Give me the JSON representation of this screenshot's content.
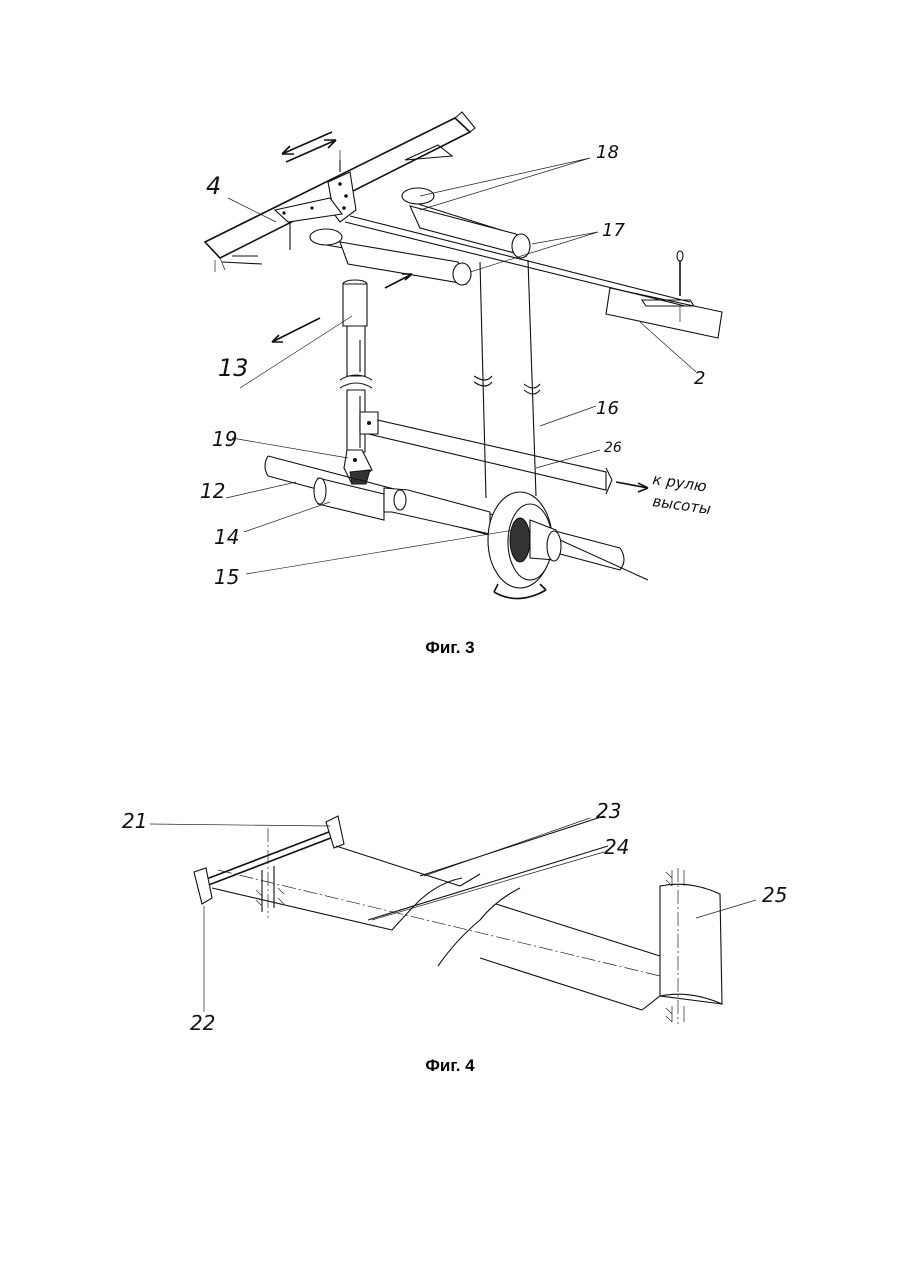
{
  "figure3": {
    "caption": "Фиг. 3",
    "labels": {
      "l4": "4",
      "l18": "18",
      "l17": "17",
      "l13": "13",
      "l2": "2",
      "l16": "16",
      "l19": "19",
      "l26": "26",
      "l12": "12",
      "l14": "14",
      "l15": "15",
      "rudder_line1": "к рулю",
      "rudder_line2": "высоты"
    }
  },
  "figure4": {
    "caption": "Фиг. 4",
    "labels": {
      "l21": "21",
      "l23": "23",
      "l24": "24",
      "l25": "25",
      "l22": "22"
    }
  }
}
